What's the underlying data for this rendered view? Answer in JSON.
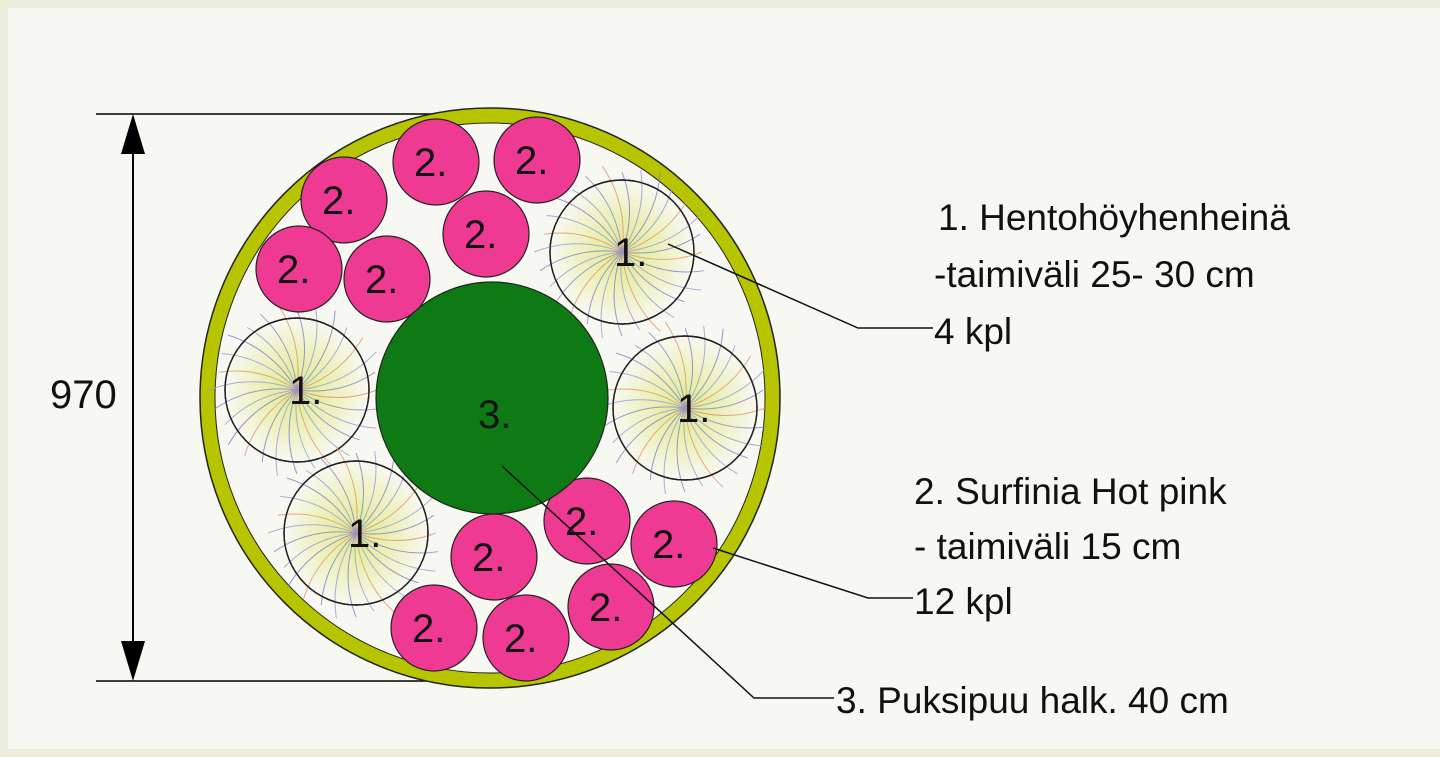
{
  "dimension": {
    "value": "970"
  },
  "colors": {
    "ring": "#b7c400",
    "ring_inner": "#f8f8f2",
    "petunia": "#ee3a92",
    "boxwood": "#0d7a14",
    "grass_center": "#e4ec9a",
    "grass_stroke": "#8a86c4"
  },
  "plants": {
    "grass_label": "1.",
    "petunia_label": "2.",
    "boxwood_label": "3."
  },
  "legend": {
    "item1": {
      "title": "1. Hentohöyhenheinä",
      "spacing": "-taimiväli 25- 30 cm",
      "count": "4 kpl"
    },
    "item2": {
      "title": "2. Surfinia Hot pink",
      "spacing": "- taimiväli 15 cm",
      "count": "12 kpl"
    },
    "item3": {
      "title": "3. Puksipuu halk. 40 cm"
    }
  }
}
